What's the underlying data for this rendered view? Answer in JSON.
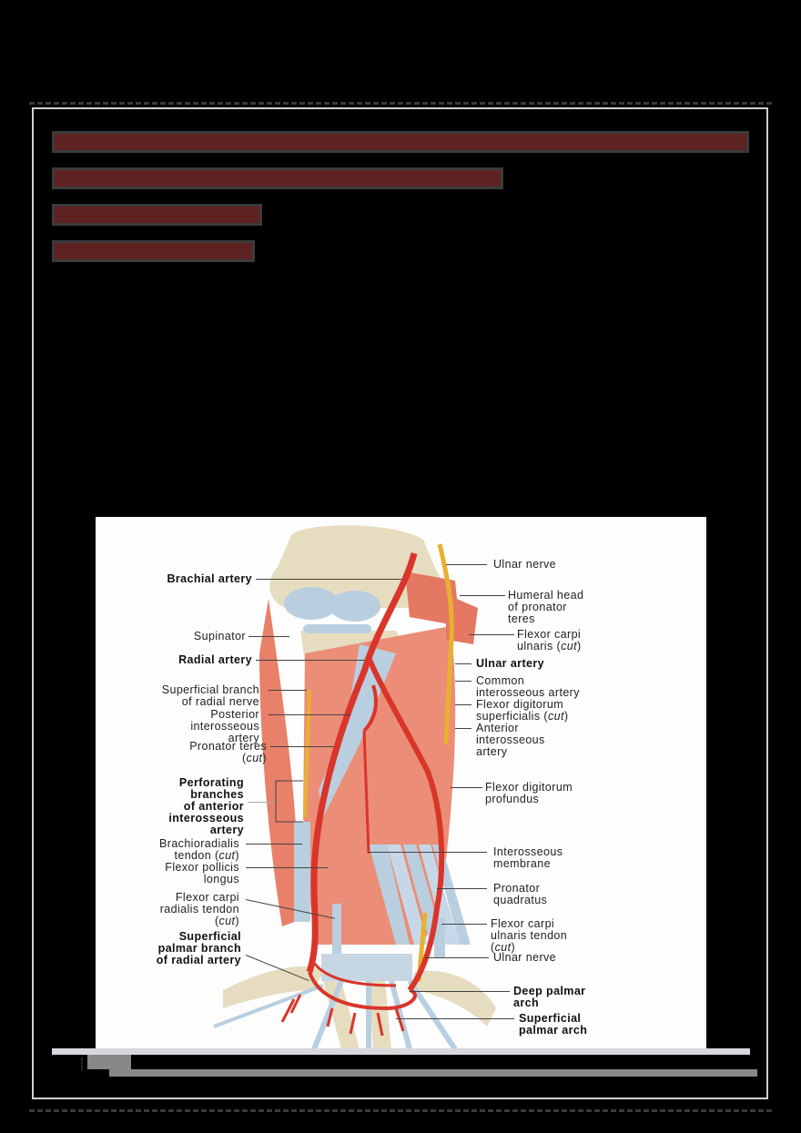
{
  "document": {
    "heading_lines": [
      {
        "text": "",
        "note": "illegible redacted heading line 1",
        "color": "#5f2222"
      },
      {
        "text": "",
        "note": "illegible redacted heading line 2"
      },
      {
        "text": "",
        "note": "illegible redacted heading line 3"
      },
      {
        "text": "",
        "note": "illegible redacted heading line 4"
      }
    ],
    "colors": {
      "background": "#000000",
      "heading_bar": "#5f2222",
      "frame": "#cfcfcf",
      "figure_bg": "#fdfdfd",
      "muscle": "#e8806a",
      "artery": "#d9352a",
      "nerve": "#e9b030",
      "bone": "#e6dcc0",
      "tendon": "#b9cfe0"
    }
  },
  "figure": {
    "labels_left": [
      {
        "id": "brachial-artery",
        "text": "Brachial artery",
        "bold": true
      },
      {
        "id": "supinator",
        "text": "Supinator",
        "bold": false
      },
      {
        "id": "radial-artery",
        "text": "Radial artery",
        "bold": true
      },
      {
        "id": "superficial-branch-radial-nerve",
        "lines": [
          "Superficial branch",
          "of radial nerve"
        ],
        "bold": false
      },
      {
        "id": "posterior-interosseous-artery",
        "lines": [
          "Posterior",
          "interosseous",
          "artery"
        ],
        "bold": false
      },
      {
        "id": "pronator-teres-cut",
        "lines": [
          "Pronator teres",
          "(cut)"
        ],
        "bold": false
      },
      {
        "id": "perforating-branches",
        "lines": [
          "Perforating",
          "branches",
          "of anterior",
          "interosseous",
          "artery"
        ],
        "bold": true
      },
      {
        "id": "brachioradialis-tendon",
        "lines": [
          "Brachioradialis",
          "tendon (cut)"
        ],
        "bold": false
      },
      {
        "id": "flexor-pollicis-longus",
        "lines": [
          "Flexor pollicis",
          "longus"
        ],
        "bold": false
      },
      {
        "id": "flexor-carpi-radialis-tendon",
        "lines": [
          "Flexor carpi",
          "radialis tendon",
          "(cut)"
        ],
        "bold": false
      },
      {
        "id": "superficial-palmar-branch",
        "lines": [
          "Superficial",
          "palmar branch",
          "of radial artery"
        ],
        "bold": true
      }
    ],
    "labels_right": [
      {
        "id": "ulnar-nerve-top",
        "text": "Ulnar nerve",
        "bold": false
      },
      {
        "id": "humeral-head-pronator-teres",
        "lines": [
          "Humeral head",
          "of pronator",
          "teres"
        ],
        "bold": false
      },
      {
        "id": "flexor-carpi-ulnaris-cut",
        "lines": [
          "Flexor carpi",
          "ulnaris (cut)"
        ],
        "bold": false
      },
      {
        "id": "ulnar-artery",
        "text": "Ulnar artery",
        "bold": true
      },
      {
        "id": "common-interosseous-artery",
        "lines": [
          "Common",
          "interosseous artery"
        ],
        "bold": false
      },
      {
        "id": "flexor-digitorum-superficialis",
        "lines": [
          "Flexor digitorum",
          "superficialis (cut)"
        ],
        "bold": false
      },
      {
        "id": "anterior-interosseous-artery",
        "lines": [
          "Anterior",
          "interosseous",
          "artery"
        ],
        "bold": false
      },
      {
        "id": "flexor-digitorum-profundus",
        "lines": [
          "Flexor digitorum",
          "profundus"
        ],
        "bold": false
      },
      {
        "id": "interosseous-membrane",
        "lines": [
          "Interosseous",
          "membrane"
        ],
        "bold": false
      },
      {
        "id": "pronator-quadratus",
        "lines": [
          "Pronator",
          "quadratus"
        ],
        "bold": false
      },
      {
        "id": "flexor-carpi-ulnaris-tendon",
        "lines": [
          "Flexor carpi",
          "ulnaris tendon",
          "(cut)"
        ],
        "bold": false
      },
      {
        "id": "ulnar-nerve-bottom",
        "text": "Ulnar nerve",
        "bold": false
      },
      {
        "id": "deep-palmar-arch",
        "lines": [
          "Deep palmar",
          "arch"
        ],
        "bold": true
      },
      {
        "id": "superficial-palmar-arch",
        "lines": [
          "Superficial",
          "palmar arch"
        ],
        "bold": true
      }
    ]
  },
  "labels": {
    "brachial_artery": "Brachial artery",
    "supinator": "Supinator",
    "radial_artery": "Radial artery",
    "sup_branch_1": "Superficial branch",
    "sup_branch_2": "of radial nerve",
    "post_io_1": "Posterior",
    "post_io_2": "interosseous",
    "post_io_3": "artery",
    "pron_teres_1": "Pronator teres",
    "cut": "cut",
    "perf_1": "Perforating",
    "perf_2": "branches",
    "perf_3": "of anterior",
    "perf_4": "interosseous",
    "perf_5": "artery",
    "brachiorad_1": "Brachioradialis",
    "brachiorad_2": "tendon",
    "fpl_1": "Flexor pollicis",
    "fpl_2": "longus",
    "fcr_1": "Flexor carpi",
    "fcr_2": "radialis tendon",
    "spb_1": "Superficial",
    "spb_2": "palmar branch",
    "spb_3": "of radial artery",
    "ulnar_nerve": "Ulnar nerve",
    "hh_1": "Humeral head",
    "hh_2": "of pronator",
    "hh_3": "teres",
    "fcu_1": "Flexor carpi",
    "fcu_2": "ulnaris",
    "ulnar_artery": "Ulnar artery",
    "cia_1": "Common",
    "cia_2": "interosseous artery",
    "fds_1": "Flexor digitorum",
    "fds_2": "superficialis",
    "aia_1": "Anterior",
    "aia_2": "interosseous",
    "aia_3": "artery",
    "fdp_1": "Flexor digitorum",
    "fdp_2": "profundus",
    "iom_1": "Interosseous",
    "iom_2": "membrane",
    "pq_1": "Pronator",
    "pq_2": "quadratus",
    "fcut_1": "Flexor carpi",
    "fcut_2": "ulnaris tendon",
    "dpa_1": "Deep palmar",
    "dpa_2": "arch",
    "spa_1": "Superficial",
    "spa_2": "palmar arch"
  }
}
